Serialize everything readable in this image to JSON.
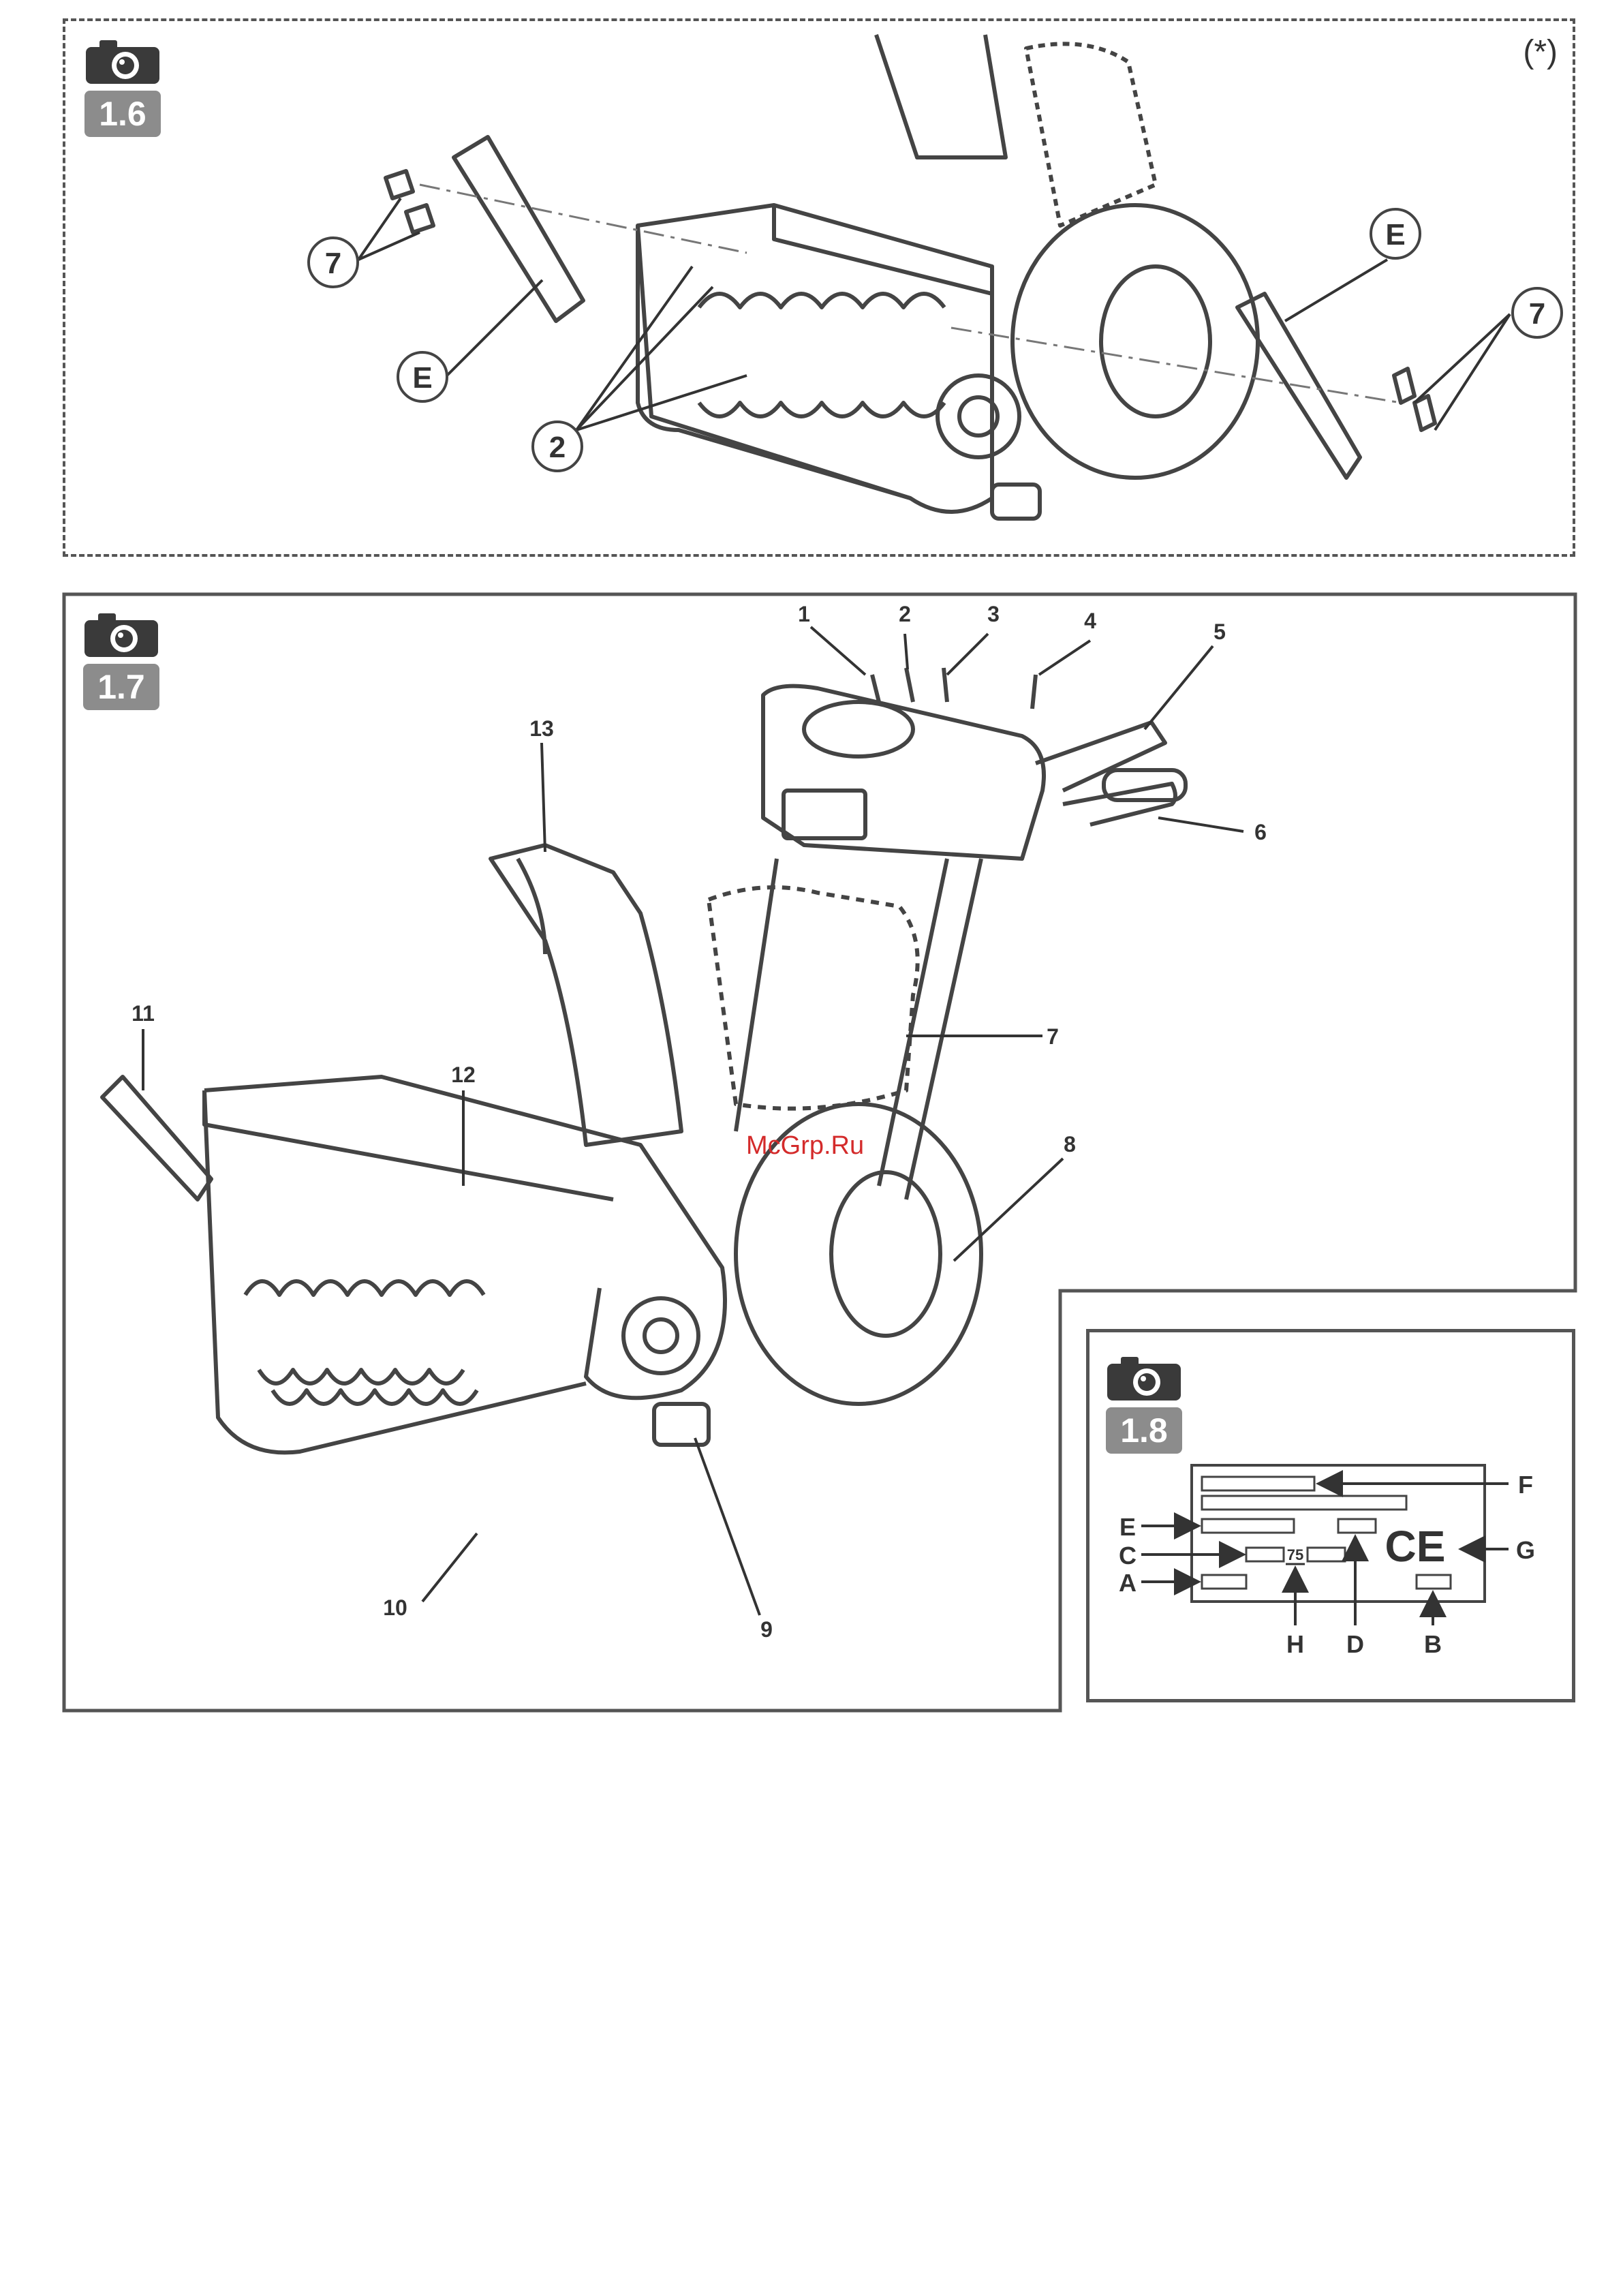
{
  "panels": [
    {
      "id": "1.6",
      "note": "(*)"
    },
    {
      "id": "1.7"
    },
    {
      "id": "1.8"
    }
  ],
  "fig16": {
    "callouts": [
      "7",
      "E",
      "2",
      "E",
      "7"
    ]
  },
  "fig17": {
    "callouts": [
      "1",
      "2",
      "3",
      "4",
      "5",
      "6",
      "7",
      "8",
      "9",
      "10",
      "11",
      "12",
      "13"
    ]
  },
  "fig18": {
    "label_letters": [
      "F",
      "E",
      "G",
      "C",
      "A",
      "H",
      "D",
      "B"
    ],
    "code": "75",
    "ce_mark": "CE"
  },
  "watermark": "McGrp.Ru"
}
